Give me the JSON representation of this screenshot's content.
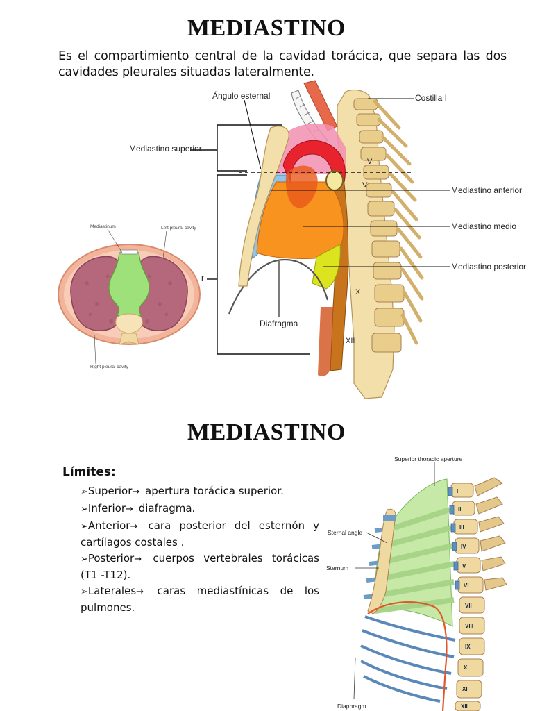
{
  "slide1": {
    "title": "MEDIASTINO",
    "intro": "Es el compartimiento central de la cavidad torácica, que separa las dos cavidades pleurales situadas lateralmente.",
    "cross_section": {
      "label_mediastinum": "Mediastinum",
      "label_left": "Left pleural cavity",
      "label_right": "Right pleural cavity"
    },
    "lateral_figure": {
      "angulo_esternal": "Ángulo esternal",
      "costilla": "Costilla I",
      "superior": "Mediastino superior",
      "anterior": "Mediastino anterior",
      "medio": "Mediastino medio",
      "posterior": "Mediastino posterior",
      "diafragma": "Diafragma",
      "inferior_r": "r",
      "vertebra_iv": "IV",
      "vertebra_v": "V",
      "vertebra_x": "X",
      "vertebra_xii": "XII"
    }
  },
  "slide2": {
    "title": "MEDIASTINO",
    "limits_heading": "Límites:",
    "limits": [
      {
        "name": "Superior",
        "text": " apertura torácica superior."
      },
      {
        "name": "Inferior",
        "text": " diafragma."
      },
      {
        "name": "Anterior",
        "text": " cara posterior del esternón y cartílagos costales ."
      },
      {
        "name": "Posterior",
        "text": " cuerpos vertebrales torácicas (T1 -T12)."
      },
      {
        "name": "Laterales",
        "text": " caras mediastínicas de los pulmones."
      }
    ],
    "bullet_glyph": "➢",
    "arrow_glyph": "→",
    "thorax_figure": {
      "aperture": "Superior thoracic aperture",
      "sternal_angle": "Sternal angle",
      "sternum": "Sternum",
      "diaphragm": "Diaphragm",
      "vertebrae": [
        "I",
        "II",
        "III",
        "IV",
        "V",
        "VI",
        "VII",
        "VIII",
        "IX",
        "X",
        "XI",
        "XII"
      ]
    }
  }
}
